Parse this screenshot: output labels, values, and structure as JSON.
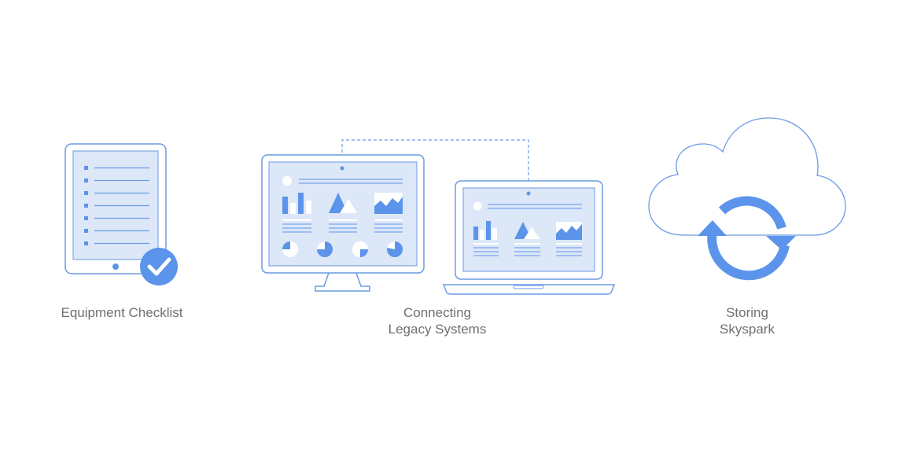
{
  "items": [
    {
      "lines": [
        "Equipment Checklist"
      ]
    },
    {
      "lines": [
        "Connecting",
        "Legacy Systems"
      ]
    },
    {
      "lines": [
        "Storing",
        "Skyspark"
      ]
    }
  ],
  "colors": {
    "stroke": "#6A9BE3",
    "fill_light": "#DCE7F8",
    "accent": "#5B94EA",
    "text": "#707070"
  },
  "icons": [
    "tablet-checklist-icon",
    "checkmark-badge-icon",
    "desktop-monitor-icon",
    "laptop-icon",
    "cloud-sync-icon"
  ]
}
